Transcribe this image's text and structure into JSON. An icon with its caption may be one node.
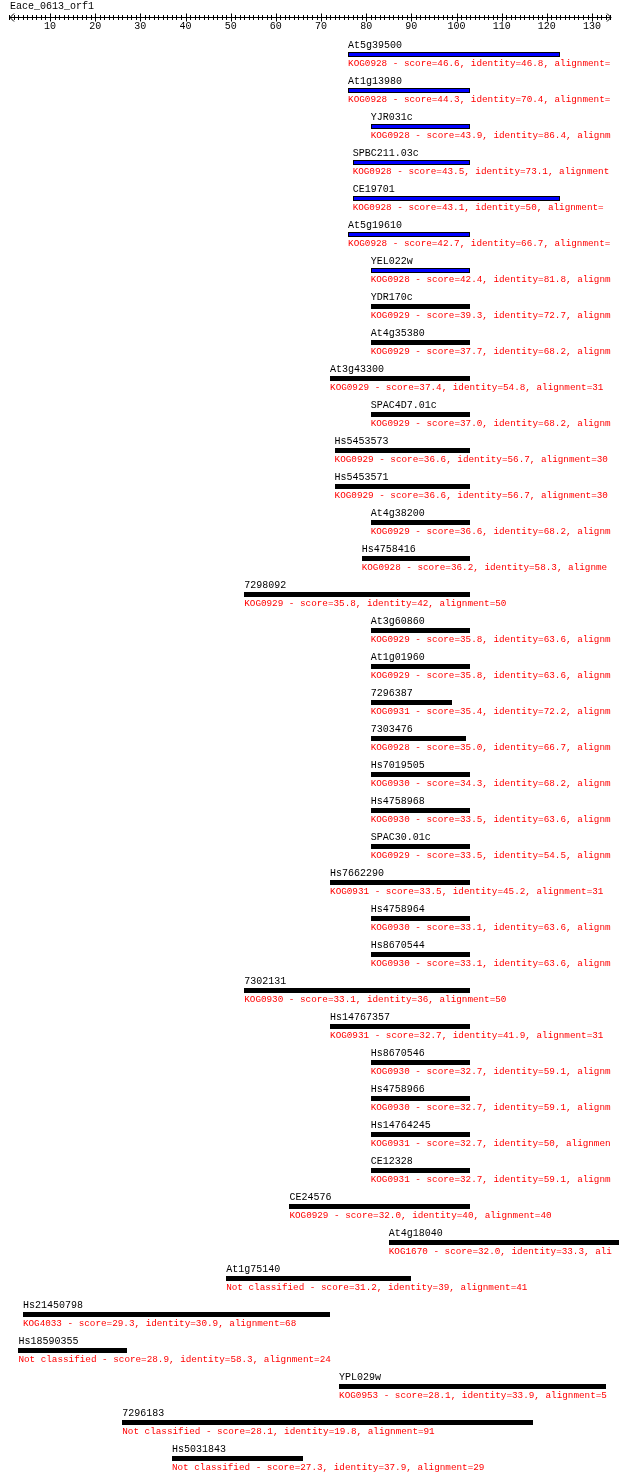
{
  "diagram": {
    "title": "Eace_0613_orf1",
    "nodes": [
      {
        "text": [
          "At5g39500",
          "KOG0928 - score=46.6, identity=46.8, alignment="
        ]
      },
      {
        "text": [
          "At1g13980",
          "KOG0928 - score=44.3, identity=70.4, alignment="
        ]
      },
      {
        "text": [
          "YJR031c",
          "KOG0928 - score=43.9, identity=86.4, alignm"
        ]
      },
      {
        "text": [
          "SPBC211.03c",
          "KOG0928 - score=43.5, identity=73.1, alignment"
        ]
      },
      {
        "text": [
          "CE19701",
          "KOG0928 - score=43.1, identity=50, alignment="
        ]
      },
      {
        "text": [
          "At5g19610",
          "KOG0928 - score=42.7, identity=66.7, alignment="
        ]
      },
      {
        "text": [
          "YEL022w",
          "KOG0928 - score=42.4, identity=81.8, alignm"
        ]
      },
      {
        "text": [
          "YDR170c",
          "KOG0929 - score=39.3, identity=72.7, alignm"
        ]
      },
      {
        "text": [
          "At4g35380",
          "KOG0929 - score=37.7, identity=68.2, alignm"
        ]
      },
      {
        "text": [
          "At3g43300",
          "KOG0929 - score=37.4, identity=54.8, alignment=31"
        ]
      },
      {
        "text": [
          "SPAC4D7.01c",
          "KOG0929 - score=37.0, identity=68.2, alignm"
        ]
      },
      {
        "text": [
          "Hs5453573",
          "KOG0929 - score=36.6, identity=56.7, alignment=30"
        ]
      },
      {
        "text": [
          "Hs5453571",
          "KOG0929 - score=36.6, identity=56.7, alignment=30"
        ]
      },
      {
        "text": [
          "At4g38200",
          "KOG0929 - score=36.6, identity=68.2, alignm"
        ]
      },
      {
        "text": [
          "Hs4758416",
          "KOG0928 - score=36.2, identity=58.3, alignme"
        ]
      },
      {
        "text": [
          "7298092",
          "KOG0929 - score=35.8, identity=42, alignment=50"
        ]
      },
      {
        "text": [
          "At3g60860",
          "KOG0929 - score=35.8, identity=63.6, alignm"
        ]
      },
      {
        "text": [
          "At1g01960",
          "KOG0929 - score=35.8, identity=63.6, alignm"
        ]
      },
      {
        "text": [
          "7296387",
          "KOG0931 - score=35.4, identity=72.2, alignm"
        ]
      },
      {
        "text": [
          "7303476",
          "KOG0928 - score=35.0, identity=66.7, alignm"
        ]
      },
      {
        "text": [
          "Hs7019505",
          "KOG0930 - score=34.3, identity=68.2, alignm"
        ]
      },
      {
        "text": [
          "Hs4758968",
          "KOG0930 - score=33.5, identity=63.6, alignm"
        ]
      },
      {
        "text": [
          "SPAC30.01c",
          "KOG0929 - score=33.5, identity=54.5, alignm"
        ]
      },
      {
        "text": [
          "Hs7662290",
          "KOG0931 - score=33.5, identity=45.2, alignment=31"
        ]
      },
      {
        "text": [
          "Hs4758964",
          "KOG0930 - score=33.1, identity=63.6, alignm"
        ]
      },
      {
        "text": [
          "Hs8670544",
          "KOG0930 - score=33.1, identity=63.6, alignm"
        ]
      },
      {
        "text": [
          "7302131",
          "KOG0930 - score=33.1, identity=36, alignment=50"
        ]
      },
      {
        "text": [
          "Hs14767357",
          "KOG0931 - score=32.7, identity=41.9, alignment=31"
        ]
      },
      {
        "text": [
          "Hs8670546",
          "KOG0930 - score=32.7, identity=59.1, alignm"
        ]
      },
      {
        "text": [
          "Hs4758966",
          "KOG0930 - score=32.7, identity=59.1, alignm"
        ]
      },
      {
        "text": [
          "Hs14764245",
          "KOG0931 - score=32.7, identity=50, alignmen"
        ]
      },
      {
        "text": [
          "CE12328",
          "KOG0931 - score=32.7, identity=59.1, alignm"
        ]
      },
      {
        "text": [
          "CE24576",
          "KOG0929 - score=32.0, identity=40, alignment=40"
        ]
      },
      {
        "text": [
          "At4g18040",
          "KOG1670 - score=32.0, identity=33.3, ali"
        ]
      },
      {
        "text": [
          "At1g75140",
          "Not classified - score=31.2, identity=39, alignment=41"
        ]
      },
      {
        "text": [
          "Hs21450798",
          "KOG4033 - score=29.3, identity=30.9, alignment=68"
        ]
      },
      {
        "text": [
          "Hs18590355",
          "Not classified - score=28.9, identity=58.3, alignment=24"
        ]
      },
      {
        "text": [
          "YPL029w",
          "KOG0953 - score=28.1, identity=33.9, alignment=5"
        ]
      },
      {
        "text": [
          "7296183",
          "Not classified - score=28.1, identity=19.8, alignment=91"
        ]
      },
      {
        "text": [
          "Hs5031843",
          "Not classified - score=27.3, identity=37.9, alignment=29"
        ]
      }
    ],
    "labels": [
      "10",
      "20",
      "30",
      "40",
      "50",
      "60",
      "70",
      "80",
      "90",
      "100",
      "110",
      "120",
      "130"
    ]
  }
}
